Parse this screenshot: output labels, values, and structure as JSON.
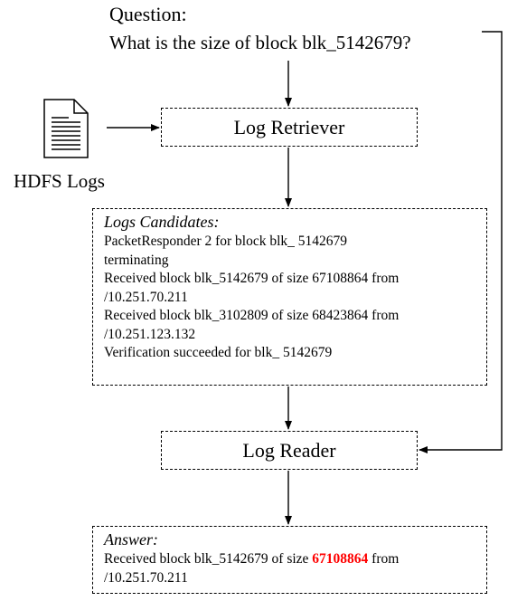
{
  "question": {
    "title": "Question:",
    "text": "What is the size of block blk_5142679?"
  },
  "source": {
    "icon": "document-icon",
    "label": "HDFS Logs"
  },
  "retriever": {
    "label": "Log Retriever"
  },
  "candidates": {
    "title": "Logs Candidates:",
    "lines": [
      "PacketResponder 2 for block blk_ 5142679",
      "terminating",
      "Received block blk_5142679 of size 67108864 from",
      "/10.251.70.211",
      "Received block blk_3102809 of size 68423864 from",
      "/10.251.123.132",
      "Verification succeeded for blk_ 5142679"
    ]
  },
  "reader": {
    "label": "Log Reader"
  },
  "answer": {
    "title": "Answer:",
    "prefix": "Received block blk_5142679 of size ",
    "value": "67108864",
    "suffix": " from",
    "line2": "/10.251.70.211",
    "highlight_color": "#ff0000"
  }
}
